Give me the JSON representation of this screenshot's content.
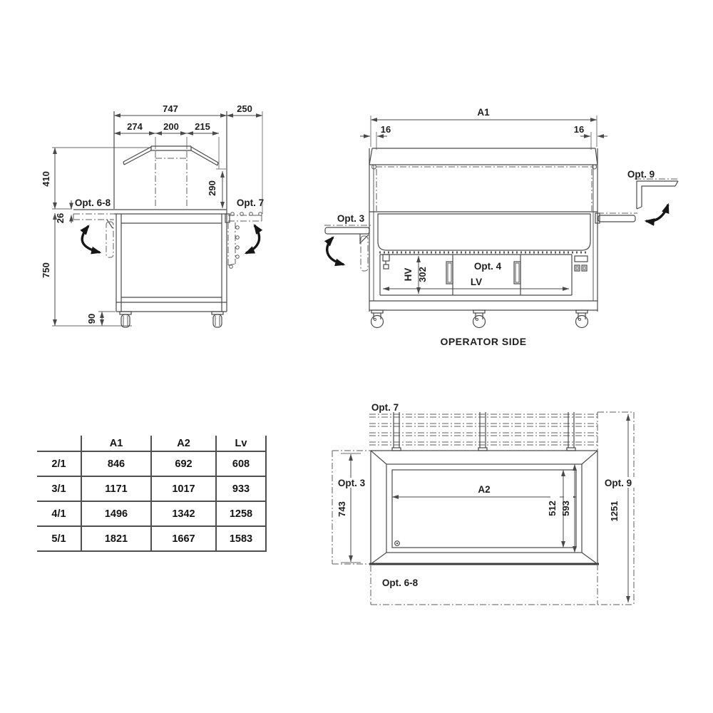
{
  "side_view": {
    "dim_747": "747",
    "dim_250": "250",
    "dim_274": "274",
    "dim_200": "200",
    "dim_215": "215",
    "dim_410": "410",
    "dim_290": "290",
    "dim_26": "26",
    "dim_750": "750",
    "dim_90": "90",
    "label_opt_6_8": "Opt. 6-8",
    "label_opt_7": "Opt. 7"
  },
  "front_view": {
    "dim_a1": "A1",
    "dim_16_left": "16",
    "dim_16_right": "16",
    "dim_hv": "HV",
    "dim_302": "302",
    "dim_lv": "LV",
    "label_opt_3": "Opt. 3",
    "label_opt_4": "Opt. 4",
    "label_opt_9": "Opt. 9",
    "caption": "OPERATOR SIDE"
  },
  "plan_view": {
    "dim_a2": "A2",
    "dim_743": "743",
    "dim_512": "512",
    "dim_593": "593",
    "dim_1251": "1251",
    "label_opt_7": "Opt. 7",
    "label_opt_3": "Opt. 3",
    "label_opt_9": "Opt. 9",
    "label_opt_6_8": "Opt. 6-8"
  },
  "size_table": {
    "col_headers": [
      "A1",
      "A2",
      "Lv"
    ],
    "rows": [
      {
        "model": "2/1",
        "a1": "846",
        "a2": "692",
        "lv": "608"
      },
      {
        "model": "3/1",
        "a1": "1171",
        "a2": "1017",
        "lv": "933"
      },
      {
        "model": "4/1",
        "a1": "1496",
        "a2": "1342",
        "lv": "1258"
      },
      {
        "model": "5/1",
        "a1": "1821",
        "a2": "1667",
        "lv": "1583"
      }
    ]
  },
  "colors": {
    "background": "#ffffff",
    "line": "#4a4a4a",
    "text": "#1e1e1e"
  }
}
